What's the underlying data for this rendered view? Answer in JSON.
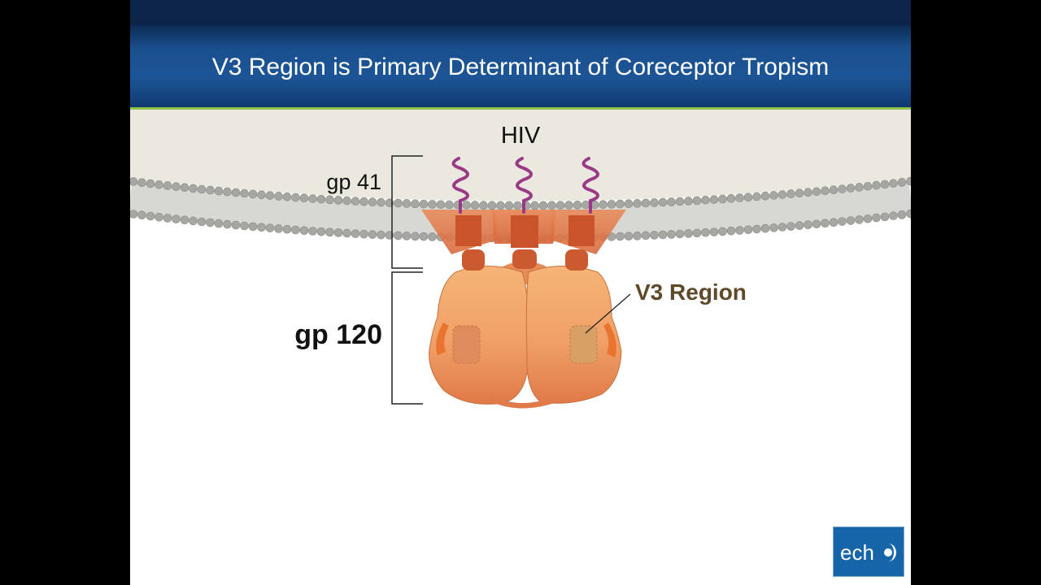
{
  "slide": {
    "title": "V3 Region is Primary Determinant of Coreceptor Tropism"
  },
  "diagram": {
    "labels": {
      "virus": "HIV",
      "gp41": "gp 41",
      "gp120": "gp 120",
      "v3": "V3 Region"
    }
  },
  "logo": {
    "text": "ech"
  },
  "colors": {
    "header_dark": "#0b2447",
    "header_blue": "#1a4f8e",
    "accent_line": "#8fc34a",
    "virus_interior": "#ebe9df",
    "lipid_head": "#a6a6a2",
    "gp120_body": "#f0a46a",
    "gp41_stem": "#cc5a30",
    "tail": "#9a3a86",
    "v3_label": "#5e4a28",
    "logo_bg": "#1565a8"
  }
}
